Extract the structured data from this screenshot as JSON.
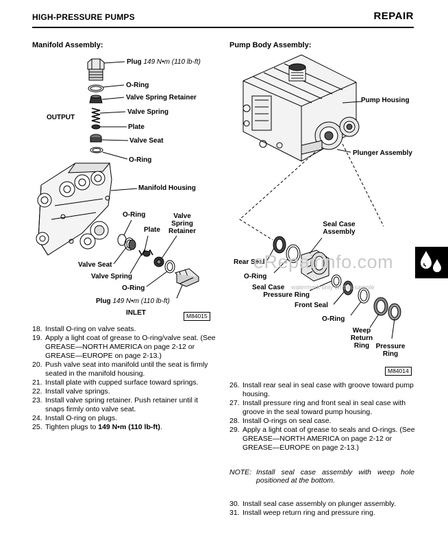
{
  "header": {
    "left": "HIGH-PRESSURE PUMPS",
    "right": "REPAIR"
  },
  "manifold": {
    "title": "Manifold Assembly:",
    "labels": {
      "plug_top": "Plug",
      "plug_top_torque": "149 N•m (110 lb-ft)",
      "oring1": "O-Ring",
      "vsr": "Valve Spring Retainer",
      "vs": "Valve Spring",
      "output": "OUTPUT",
      "plate": "Plate",
      "vseat": "Valve Seat",
      "oring2": "O-Ring",
      "housing": "Manifold Housing",
      "oring3": "O-Ring",
      "plate2": "Plate",
      "vsr2_line1": "Valve",
      "vsr2_line2": "Spring",
      "vsr2_line3": "Retainer",
      "vseat2": "Valve Seat",
      "vs2": "Valve Spring",
      "oring4": "O-Ring",
      "plug_bottom": "Plug",
      "plug_bottom_torque": "149 N•m (110 lb-ft)",
      "inlet": "INLET"
    },
    "figure_id": "M84015"
  },
  "pump_body": {
    "title": "Pump Body Assembly:",
    "labels": {
      "housing": "Pump Housing",
      "plunger": "Plunger Assembly",
      "seal_case_1": "Seal Case",
      "seal_case_2": "Assembly",
      "rear_seal": "Rear Seal",
      "oring_a": "O-Ring",
      "scpr_1": "Seal Case",
      "scpr_2": "Pressure Ring",
      "front_seal": "Front Seal",
      "oring_b": "O-Ring",
      "weep_1": "Weep",
      "weep_2": "Return",
      "weep_3": "Ring",
      "pr_1": "Pressure",
      "pr_2": "Ring"
    },
    "figure_id": "M84014"
  },
  "steps_left": [
    {
      "num": "18.",
      "text": "Install O-ring on valve seats."
    },
    {
      "num": "19.",
      "text": "Apply a light coat of grease to O-ring/valve seat. (See GREASE—NORTH AMERICA on page 2-12 or GREASE—EUROPE on page 2-13.)"
    },
    {
      "num": "20.",
      "text": "Push valve seat into manifold until the seat is firmly seated in the manifold housing."
    },
    {
      "num": "21.",
      "text": "Install plate with cupped surface toward springs."
    },
    {
      "num": "22.",
      "text": "Install valve springs."
    },
    {
      "num": "23.",
      "text": "Install valve spring retainer. Push retainer until it snaps firmly onto valve seat."
    },
    {
      "num": "24.",
      "text": "Install O-ring on plugs."
    },
    {
      "num": "25.",
      "text": "Tighten plugs to ",
      "bold": "149 N•m (110 lb-ft)",
      "tail": "."
    }
  ],
  "steps_right": [
    {
      "num": "26.",
      "text": "Install rear seal in seal case with groove toward pump housing."
    },
    {
      "num": "27.",
      "text": "Install pressure ring and front seal in seal case with groove in the seal toward pump housing."
    },
    {
      "num": "28.",
      "text": "Install O-rings on seal case."
    },
    {
      "num": "29.",
      "text": "Apply a light coat of grease to seals and O-rings. (See GREASE—NORTH AMERICA on page 2-12 or GREASE—EUROPE on page 2-13.)"
    }
  ],
  "note": {
    "key": "NOTE:",
    "text": "Install seal case assembly with weep hole positioned at the bottom."
  },
  "steps_right_2": [
    {
      "num": "30.",
      "text": "Install seal case assembly on plunger assembly."
    },
    {
      "num": "31.",
      "text": "Install weep return ring and pressure ring."
    }
  ],
  "watermark": {
    "main": "eRepairinfo.com",
    "sub": "watermark only on this sample"
  }
}
